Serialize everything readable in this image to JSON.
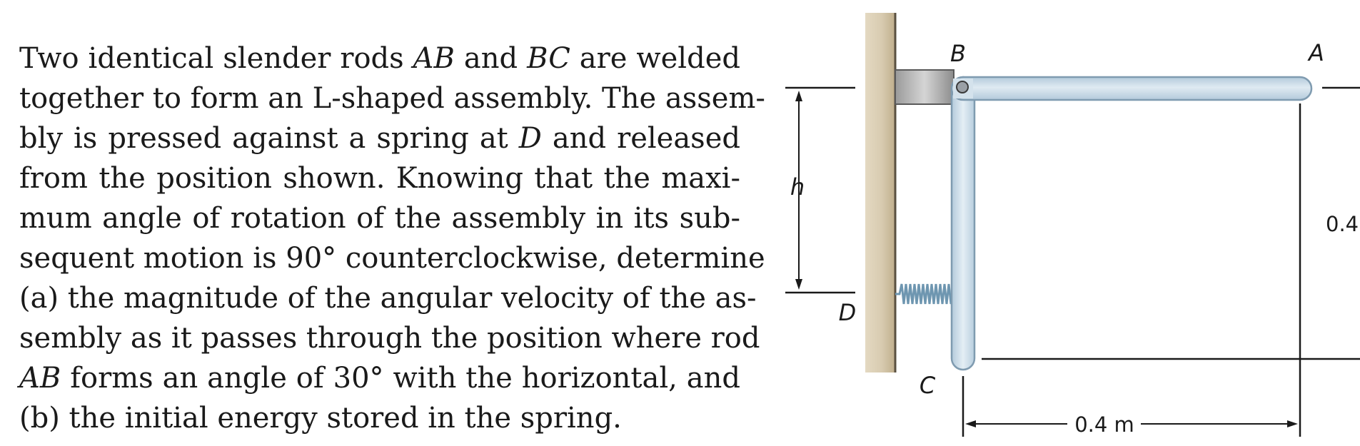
{
  "problem": {
    "lines": [
      [
        "Two identical slender rods ",
        {
          "m": "AB"
        },
        " and ",
        {
          "m": "BC"
        },
        " are welded"
      ],
      [
        "together to form an L-shaped assembly.  The assem-"
      ],
      [
        "bly is pressed against a spring at ",
        {
          "m": "D"
        },
        " and released"
      ],
      [
        "from the position shown.  Knowing that the maxi-"
      ],
      [
        "mum angle of rotation of the assembly in its sub-"
      ],
      [
        "sequent motion is 90° counterclockwise, determine"
      ],
      [
        "(a) the magnitude of the angular velocity of the as-"
      ],
      [
        "sembly as it passes through the position where rod"
      ],
      [
        {
          "m": "AB"
        },
        " forms an angle of 30° with the horizontal, and"
      ],
      [
        "(b) the initial energy stored in the spring."
      ]
    ]
  },
  "figure": {
    "labels": {
      "A": "A",
      "B": "B",
      "C": "C",
      "D": "D",
      "h": "h"
    },
    "dims": {
      "horizontal": "0.4 m",
      "vertical": "0.4 m"
    },
    "colors": {
      "wall": "#d9ccb1",
      "rod": "#c9dbe8",
      "rod_edge": "#7f9bb0",
      "bracket": "#a8a8a8",
      "line": "#1a1a1a"
    }
  }
}
